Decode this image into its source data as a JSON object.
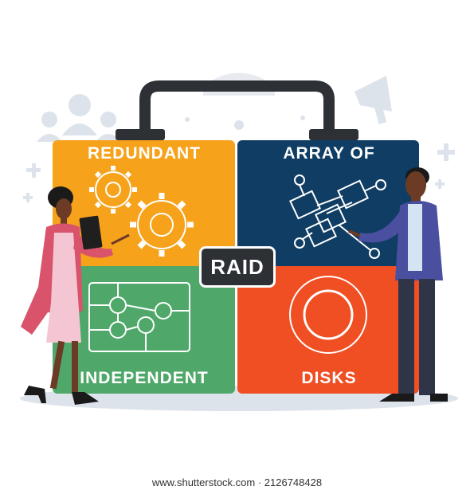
{
  "labels": {
    "top_left": "REDUNDANT",
    "top_right": "ARRAY OF",
    "center": "RAID",
    "bottom_left": "INDEPENDENT",
    "bottom_right": "DISKS"
  },
  "footer": {
    "watermark": "www.shutterstock.com · 2126748428"
  },
  "colors": {
    "orange": "#f7a21b",
    "navy": "#0f3d63",
    "green": "#4fa86a",
    "red": "#f04e23",
    "dark": "#2d3136",
    "bg_shapes": "#dde3ea"
  },
  "icons": {
    "top_left": "gears-icon",
    "top_right": "network-nodes-icon",
    "bottom_left": "circuit-board-icon",
    "bottom_right": "disk-icon"
  }
}
